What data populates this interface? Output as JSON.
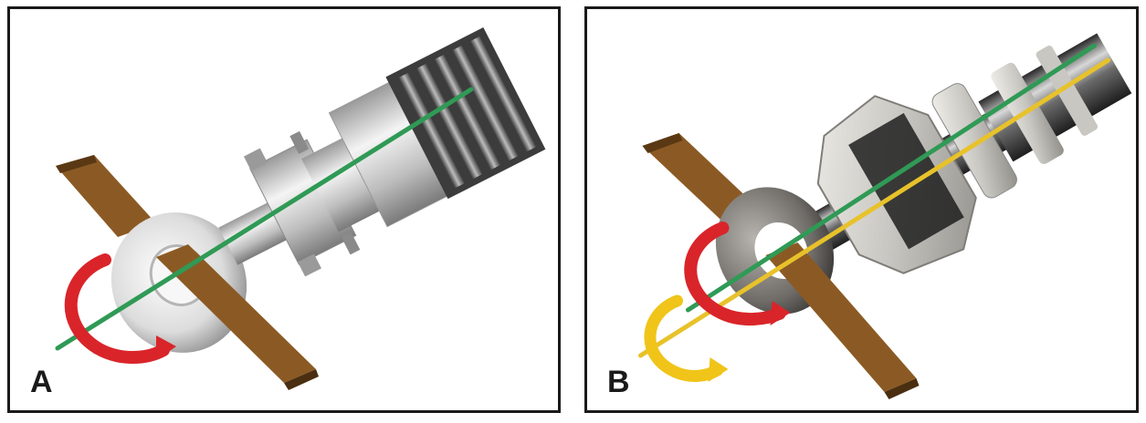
{
  "panels": [
    {
      "id": "A",
      "label": "A"
    },
    {
      "id": "B",
      "label": "B"
    }
  ],
  "colors": {
    "frame": "#1a1a1a",
    "rod_brown": "#8b5a24",
    "rod_shadow": "#4a2e10",
    "axis_green": "#2f9a55",
    "axis_yellow": "#e8c22a",
    "arrow_red": "#d9252a",
    "arrow_yellow": "#f0c419",
    "steel_light": "#e9e9e9",
    "steel_dark": "#3a3a3a"
  },
  "icons": [
    "rotation-arrow-icon",
    "rotation-arrow-icon"
  ]
}
